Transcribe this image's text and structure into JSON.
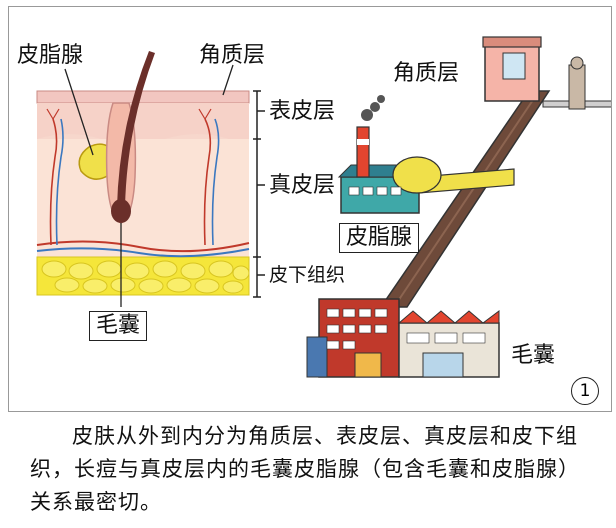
{
  "left_diagram": {
    "labels": {
      "sebaceous_gland": "皮脂腺",
      "stratum_corneum": "角质层",
      "epidermis": "表皮层",
      "dermis": "真皮层",
      "subcutaneous": "皮下组织",
      "hair_follicle": "毛囊"
    }
  },
  "right_illustration": {
    "labels": {
      "stratum_corneum": "角质层",
      "sebaceous_gland": "皮脂腺",
      "hair_follicle": "毛囊"
    }
  },
  "figure_number": "1",
  "caption": "皮肤从外到内分为角质层、表皮层、真皮层和皮下组织，长痘与真皮层内的毛囊皮脂腺（包含毛囊和皮脂腺）关系最密切。",
  "colors": {
    "corneum": "#f2c6c0",
    "epidermis": "#f7d7cc",
    "dermis": "#fbe3d6",
    "fat": "#f5e63a",
    "hair": "#6b2f2a",
    "gland": "#f0e04a",
    "conveyor": "#6e4a3a"
  }
}
